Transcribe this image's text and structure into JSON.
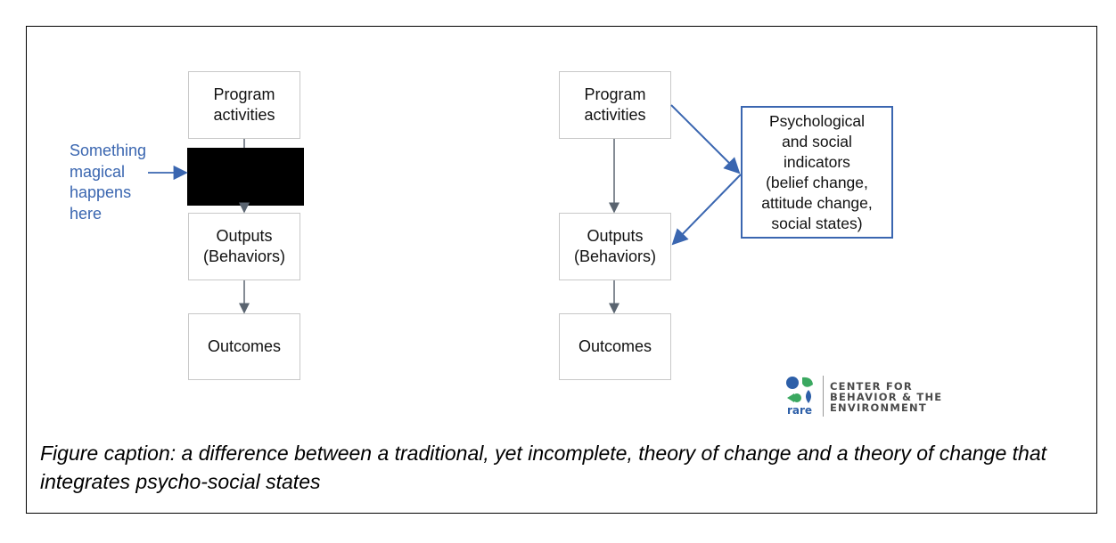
{
  "left_diagram": {
    "program_activities": "Program\nactivities",
    "outputs": "Outputs\n(Behaviors)",
    "outcomes": "Outcomes",
    "annotation": "Something\nmagical\nhappens\nhere"
  },
  "right_diagram": {
    "program_activities": "Program\nactivities",
    "outputs": "Outputs\n(Behaviors)",
    "outcomes": "Outcomes",
    "indicators": "Psychological\nand social\nindicators\n(belief change,\nattitude change,\nsocial states)"
  },
  "logo": {
    "text": "CENTER FOR\nBEHAVIOR & THE\nENVIRONMENT",
    "mark_text": "rare",
    "colors": [
      "#2d5fa8",
      "#3aa860"
    ]
  },
  "caption": "Figure caption: a difference between a traditional, yet incomplete, theory of change and a theory of change that integrates psycho-social states",
  "colors": {
    "accent": "#3a66b0",
    "arrow_gray": "#5a6470",
    "box_border": "#c8c8c8"
  }
}
